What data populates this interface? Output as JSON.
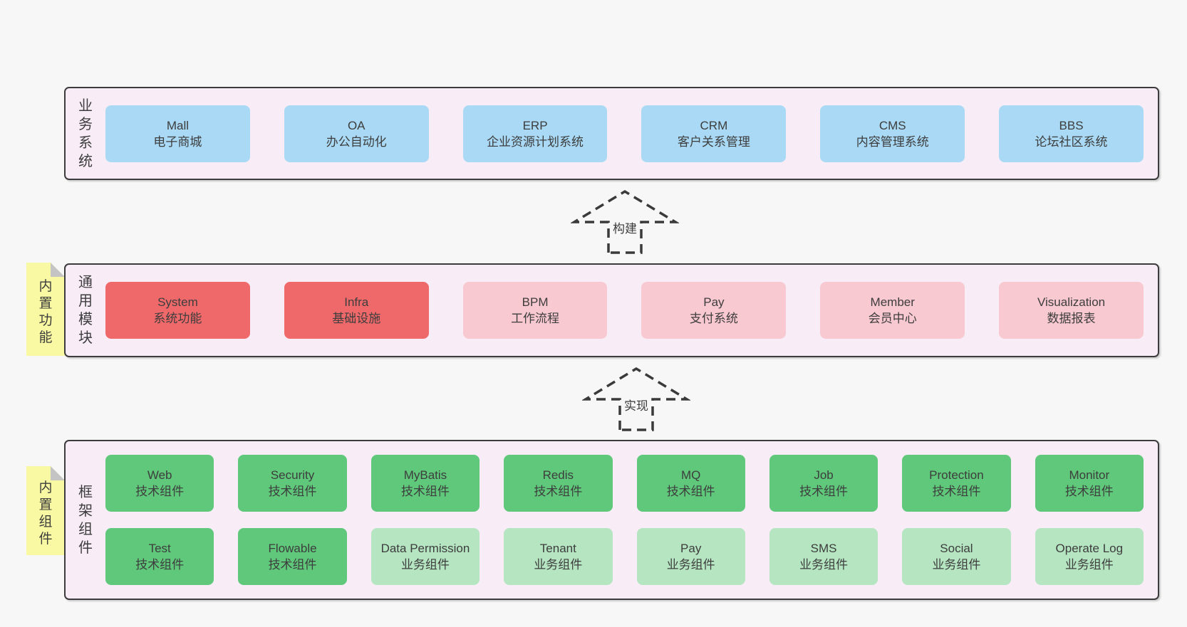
{
  "bands": [
    {
      "id": "business-systems",
      "label": "业务系统",
      "boxes": [
        {
          "name": "Mall",
          "desc": "电子商城",
          "color": "blue"
        },
        {
          "name": "OA",
          "desc": "办公自动化",
          "color": "blue"
        },
        {
          "name": "ERP",
          "desc": "企业资源计划系统",
          "color": "blue"
        },
        {
          "name": "CRM",
          "desc": "客户关系管理",
          "color": "blue"
        },
        {
          "name": "CMS",
          "desc": "内容管理系统",
          "color": "blue"
        },
        {
          "name": "BBS",
          "desc": "论坛社区系统",
          "color": "blue"
        }
      ]
    },
    {
      "id": "common-modules",
      "label": "通用模块",
      "note": "内置功能",
      "boxes": [
        {
          "name": "System",
          "desc": "系统功能",
          "color": "red"
        },
        {
          "name": "Infra",
          "desc": "基础设施",
          "color": "red"
        },
        {
          "name": "BPM",
          "desc": "工作流程",
          "color": "pink"
        },
        {
          "name": "Pay",
          "desc": "支付系统",
          "color": "pink"
        },
        {
          "name": "Member",
          "desc": "会员中心",
          "color": "pink"
        },
        {
          "name": "Visualization",
          "desc": "数据报表",
          "color": "pink"
        }
      ]
    },
    {
      "id": "framework-components",
      "label": "框架组件",
      "note": "内置组件",
      "rows": [
        [
          {
            "name": "Web",
            "desc": "技术组件",
            "color": "green"
          },
          {
            "name": "Security",
            "desc": "技术组件",
            "color": "green"
          },
          {
            "name": "MyBatis",
            "desc": "技术组件",
            "color": "green"
          },
          {
            "name": "Redis",
            "desc": "技术组件",
            "color": "green"
          },
          {
            "name": "MQ",
            "desc": "技术组件",
            "color": "green"
          },
          {
            "name": "Job",
            "desc": "技术组件",
            "color": "green"
          },
          {
            "name": "Protection",
            "desc": "技术组件",
            "color": "green"
          },
          {
            "name": "Monitor",
            "desc": "技术组件",
            "color": "green"
          }
        ],
        [
          {
            "name": "Test",
            "desc": "技术组件",
            "color": "green"
          },
          {
            "name": "Flowable",
            "desc": "技术组件",
            "color": "green"
          },
          {
            "name": "Data Permission",
            "desc": "业务组件",
            "color": "lightGreen"
          },
          {
            "name": "Tenant",
            "desc": "业务组件",
            "color": "lightGreen"
          },
          {
            "name": "Pay",
            "desc": "业务组件",
            "color": "lightGreen"
          },
          {
            "name": "SMS",
            "desc": "业务组件",
            "color": "lightGreen"
          },
          {
            "name": "Social",
            "desc": "业务组件",
            "color": "lightGreen"
          },
          {
            "name": "Operate Log",
            "desc": "业务组件",
            "color": "lightGreen"
          }
        ]
      ]
    }
  ],
  "arrows": [
    {
      "label": "构建"
    },
    {
      "label": "实现"
    }
  ],
  "colors": {
    "blue": "#a9d9f4",
    "red": "#f0696a",
    "pink": "#f9c9d1",
    "green": "#5fc87b",
    "lightGreen": "#b5e5c1",
    "noteYellow": "#f9f9a3",
    "noteFold": "#c4c4c4",
    "bandBackground": "#f8edf7",
    "bandBorder": "#3c3c3c",
    "text": "#3d3d3d",
    "pageBackground": "#f7f7f7"
  }
}
